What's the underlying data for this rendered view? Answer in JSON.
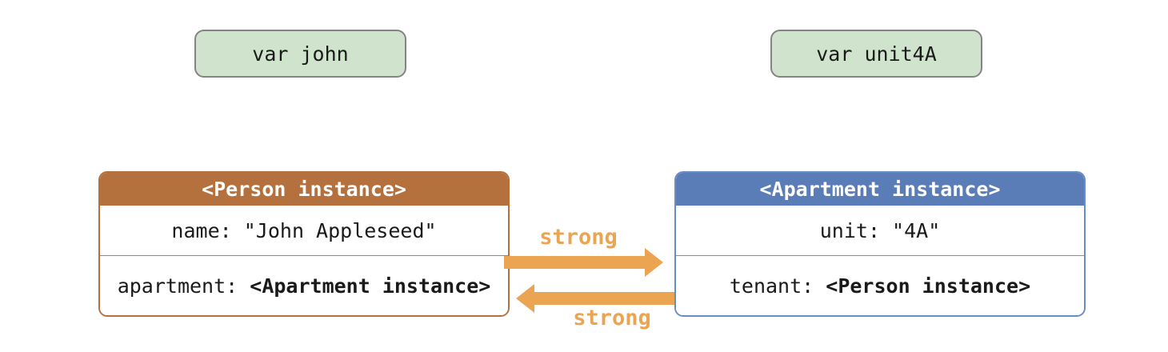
{
  "colors": {
    "variable_fill_green": "#cfe3cd",
    "variable_border_gray": "#848484",
    "person_brown": "#b5713d",
    "apartment_blue": "#5a7db8",
    "arrow_orange": "#eba552",
    "text_black": "#1a1a1a"
  },
  "variables": {
    "john_label": "var john",
    "unit4a_label": "var unit4A"
  },
  "person_box": {
    "header": "<Person instance>",
    "rows": [
      {
        "label": "name: ",
        "value": "\"John Appleseed\""
      },
      {
        "label": "apartment: ",
        "value": "<Apartment instance>"
      }
    ]
  },
  "apartment_box": {
    "header": "<Apartment instance>",
    "rows": [
      {
        "label": "unit: ",
        "value": "\"4A\""
      },
      {
        "label": "tenant: ",
        "value": "<Person instance>"
      }
    ]
  },
  "references": {
    "person_to_apartment_label": "strong",
    "apartment_to_person_label": "strong"
  }
}
